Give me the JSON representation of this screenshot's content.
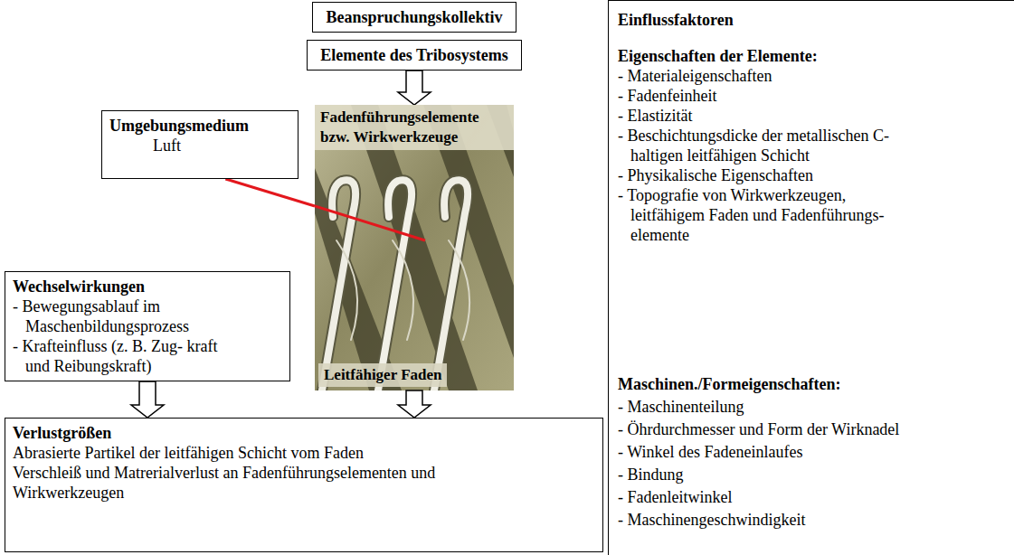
{
  "diagram": {
    "nodes": [
      {
        "text": [
          "Beanspruchungskollektiv"
        ]
      },
      {
        "text": [
          "Elemente des Tribosystems"
        ]
      },
      {
        "text": [
          "Umgebungsmedium",
          "Luft"
        ]
      },
      {
        "text": [
          "Fadenführungselemente bzw. Wirkwerkzeuge",
          "Leitfähiger Faden"
        ]
      },
      {
        "text": [
          "Wechselwirkungen",
          "- Bewegungsablauf im Maschenbildungsprozess",
          "- Krafteinfluss (z. B. Zug- kraft und Reibungskraft)"
        ]
      },
      {
        "text": [
          "Verlustgrößen",
          "Abrasierte Partikel der leitfähigen Schicht vom Faden",
          "Verschleiß und Matrerialverlust an Fadenführungselementen und Wirkwerkzeugen"
        ]
      },
      {
        "text": [
          "Einflussfaktoren",
          "Eigenschaften der Elemente:",
          "- Materialeigenschaften",
          "- Fadenfeinheit",
          "- Elastizität",
          "- Beschichtungsdicke der metallischen C-haltigen leitfähigen Schicht",
          "- Physikalische Eigenschaften",
          "- Topografie von Wirkwerkzeugen, leitfähigem Faden und Fadenführungs- elemente",
          "Maschinen./Formeigenschaften:",
          "- Maschinenteilung",
          "- Öhrdurchmesser und Form der Wirknadel",
          "- Winkel des Fadeneinlaufes",
          "- Bindung",
          "- Fadenleitwinkel",
          "- Maschinengeschwindigkeit"
        ]
      }
    ],
    "edges": [
      {
        "from": 1,
        "to": 3,
        "arrow": "to"
      },
      {
        "from": 2,
        "to": 3,
        "arrow": "none"
      },
      {
        "from": 4,
        "to": 5,
        "arrow": "to"
      },
      {
        "from": 3,
        "to": 5,
        "arrow": "to"
      }
    ]
  }
}
